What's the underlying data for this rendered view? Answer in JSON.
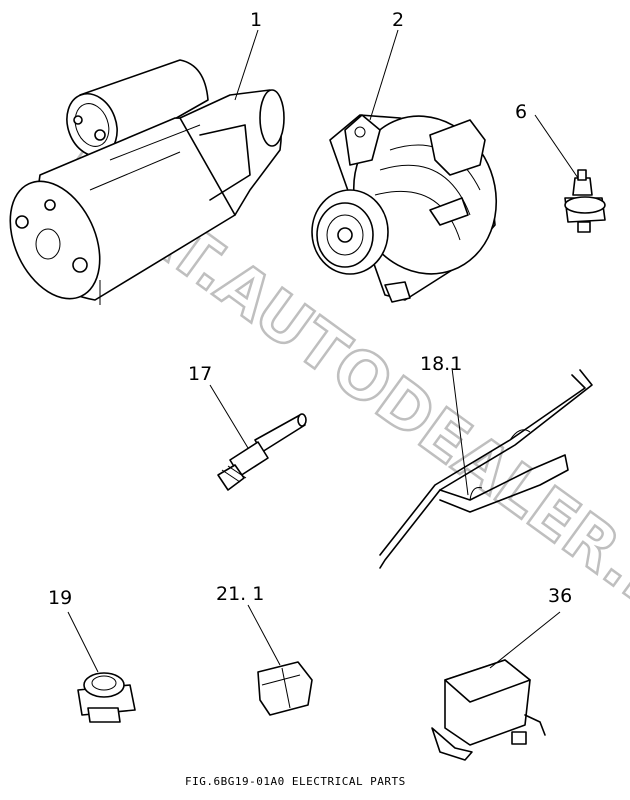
{
  "labels": {
    "part1": "1",
    "part2": "2",
    "part6": "6",
    "part17": "17",
    "part18": "18.1",
    "part19": "19",
    "part21": "21. 1",
    "part36": "36"
  },
  "caption": "FIG.6BG19-01A0  ELECTRICAL PARTS",
  "watermark": "ECAT.AUTODEALER.RU"
}
